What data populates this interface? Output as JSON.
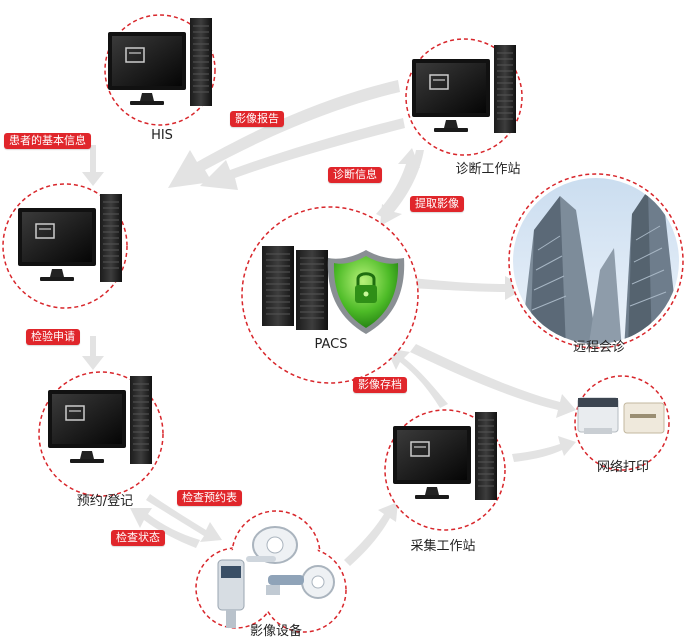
{
  "nodes": {
    "his": "HIS",
    "diagnosis_station": "诊断工作站",
    "pacs": "PACS",
    "remote_consultation": "远程会诊",
    "registration": "预约/登记",
    "network_print": "网络打印",
    "acquisition_station": "采集工作站",
    "imaging_devices": "影像设备"
  },
  "flows": {
    "patient_info": "患者的基本信息",
    "image_report": "影像报告",
    "diagnosis_info": "诊断信息",
    "fetch_image": "提取影像",
    "exam_request": "检验申请",
    "image_archive": "影像存档",
    "exam_schedule": "检查预约表",
    "exam_status": "检查状态"
  },
  "colors": {
    "accent_red": "#e0262b",
    "circle_border": "#d8262b",
    "arrow_gray": "#e3e3e3",
    "shield_green": "#58c234"
  }
}
